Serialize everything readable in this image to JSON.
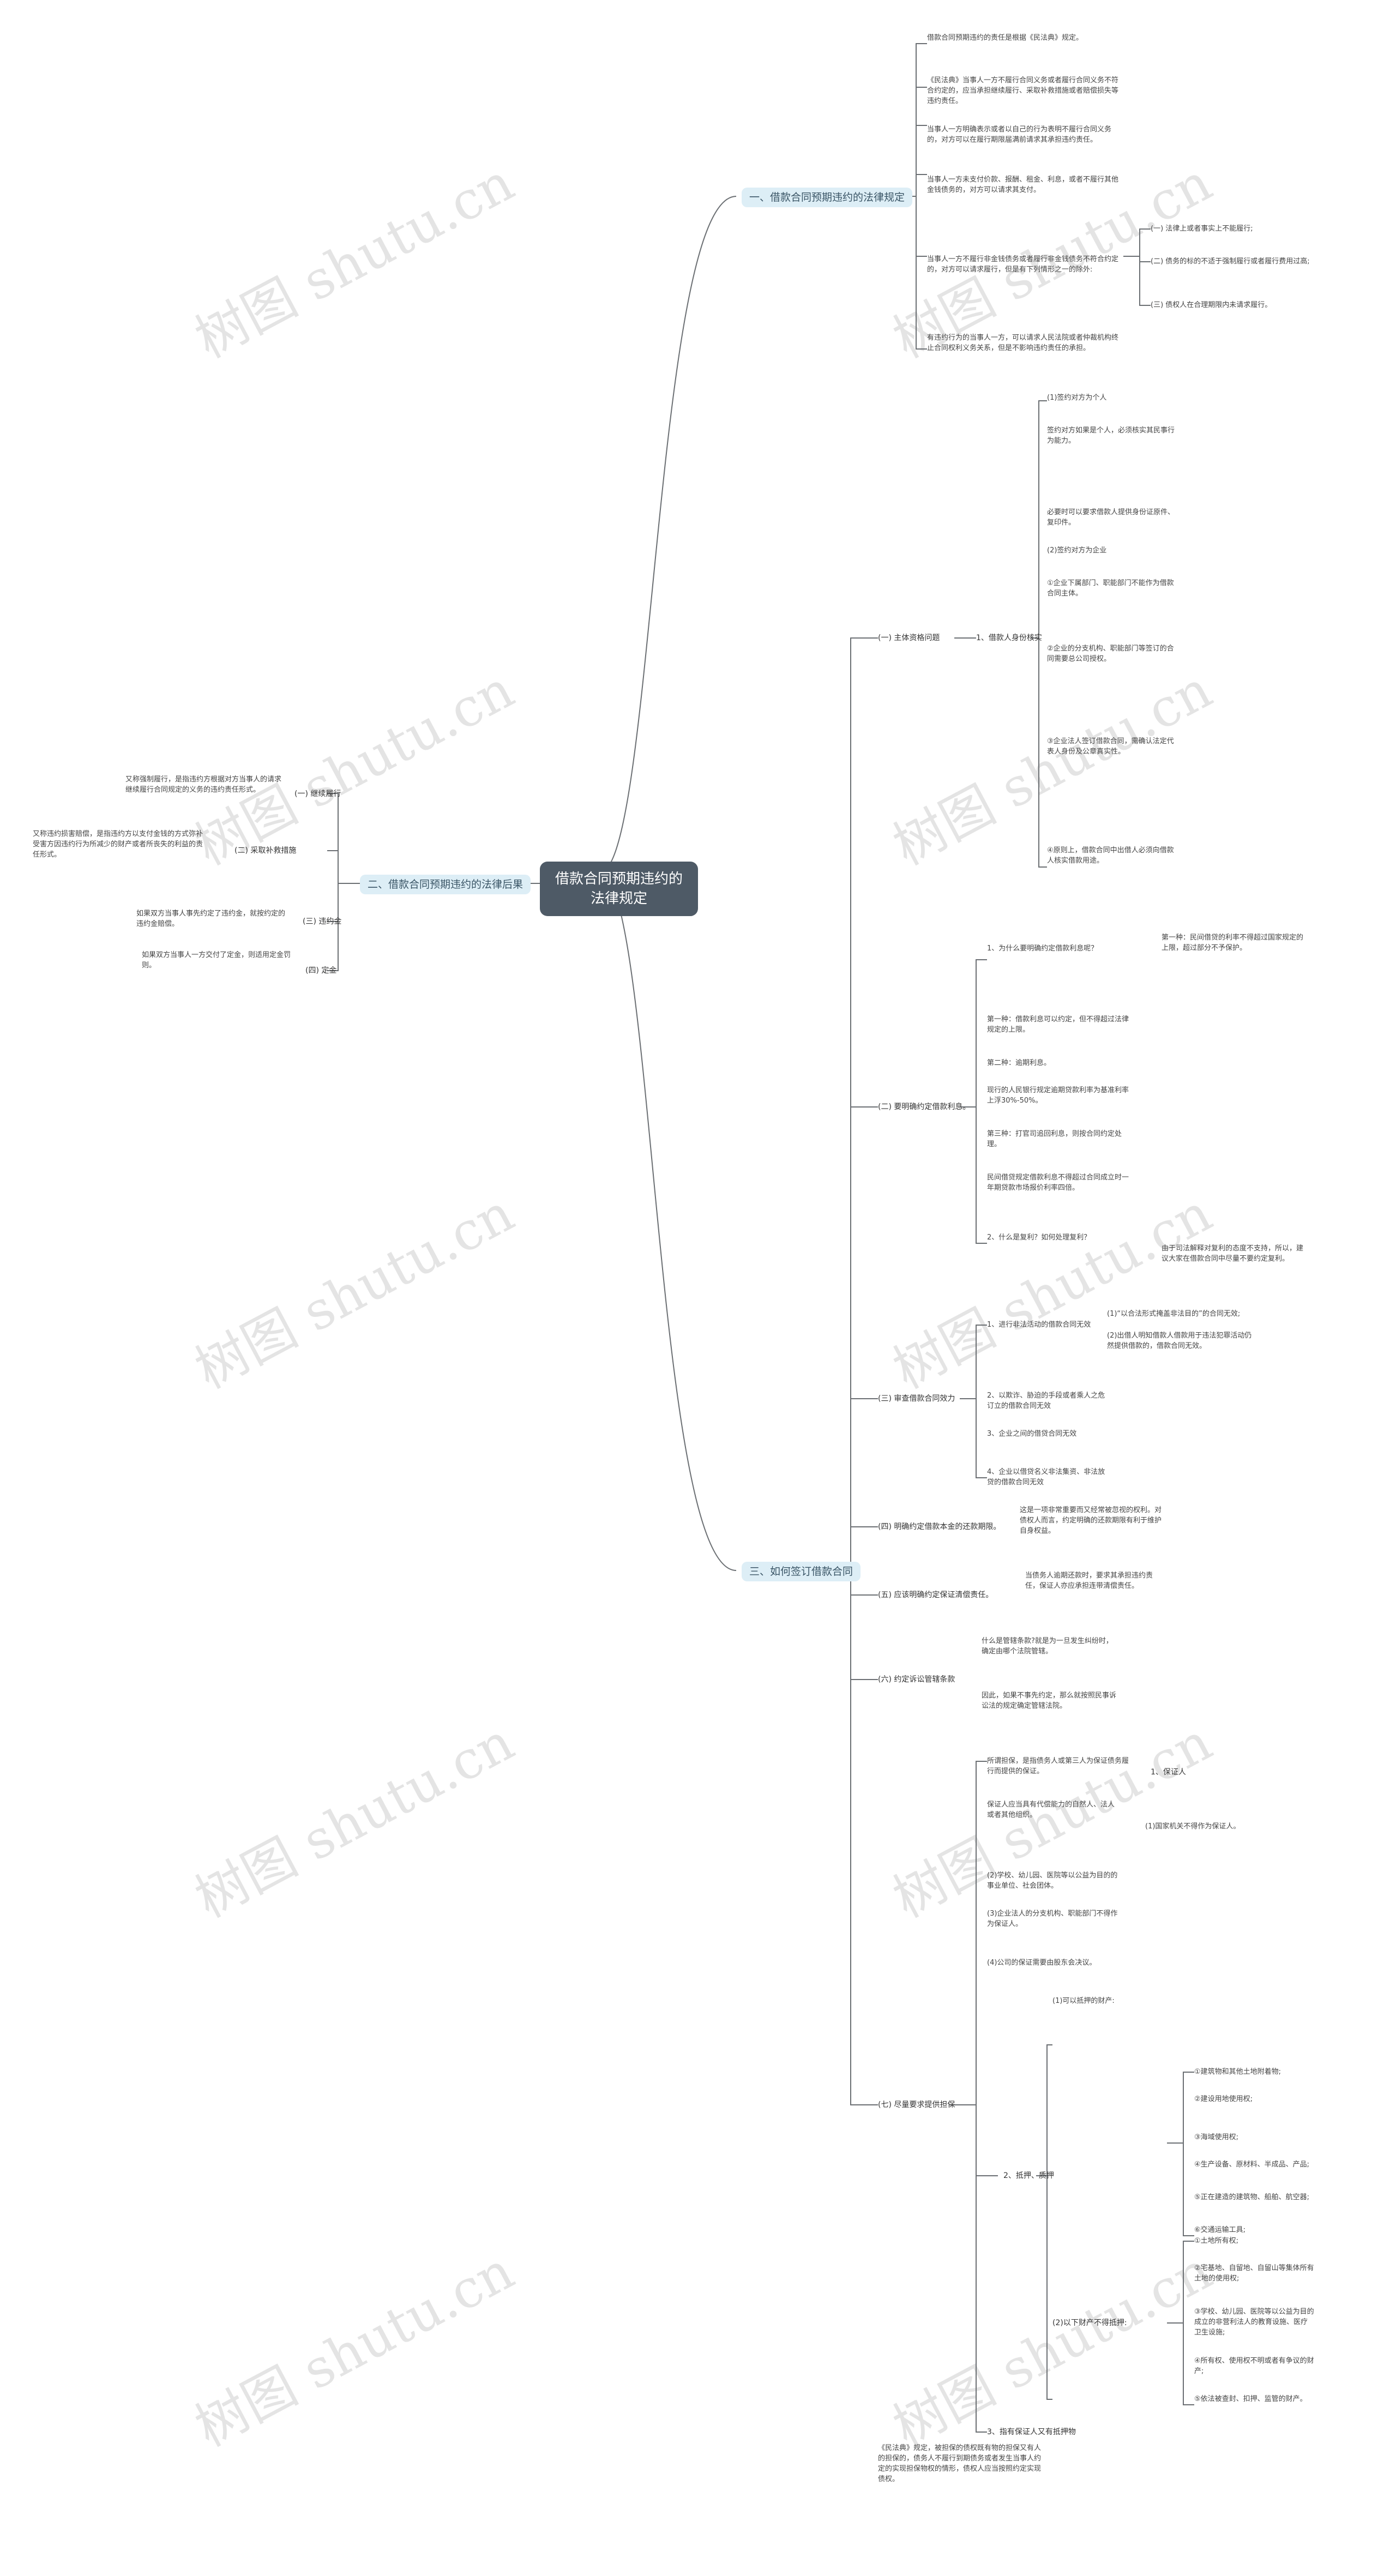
{
  "root": "借款合同预期违约的法律规定",
  "watermark": "树图 shutu.cn",
  "branches": {
    "b1": "一、借款合同预期违约的法律规定",
    "b2": "二、借款合同预期违约的法律后果",
    "b3": "三、如何签订借款合同"
  },
  "b1_items": [
    "借款合同预期违约的责任是根据《民法典》规定。",
    "《民法典》当事人一方不履行合同义务或者履行合同义务不符合约定的，应当承担继续履行、采取补救措施或者赔偿损失等违约责任。",
    "当事人一方明确表示或者以自己的行为表明不履行合同义务的，对方可以在履行期限届满前请求其承担违约责任。",
    "当事人一方未支付价款、报酬、租金、利息，或者不履行其他金钱债务的，对方可以请求其支付。",
    "当事人一方不履行非金钱债务或者履行非金钱债务不符合约定的，对方可以请求履行，但是有下列情形之一的除外:",
    "有违约行为的当事人一方，可以请求人民法院或者仲裁机构终止合同权利义务关系，但是不影响违约责任的承担。"
  ],
  "b1_sub": [
    "(一) 法律上或者事实上不能履行;",
    "(二) 债务的标的不适于强制履行或者履行费用过高;",
    "(三) 债权人在合理期限内未请求履行。"
  ],
  "b2_items": [
    {
      "label": "(一) 继续履行",
      "text": "又称强制履行，是指违约方根据对方当事人的请求继续履行合同规定的义务的违约责任形式。"
    },
    {
      "label": "(二) 采取补救措施",
      "text": "又称违约损害赔偿，是指违约方以支付金钱的方式弥补受害方因违约行为所减少的财产或者所丧失的利益的责任形式。"
    },
    {
      "label": "(三) 违约金",
      "text": "如果双方当事人事先约定了违约金，就按约定的违约金赔偿。"
    },
    {
      "label": "(四) 定金",
      "text": "如果双方当事人一方交付了定金，则适用定金罚则。"
    }
  ],
  "b3_sections": [
    {
      "label": "(一) 主体资格问题",
      "sub": "1、借款人身份核实"
    },
    {
      "label": "(二) 要明确约定借款利息。"
    },
    {
      "label": "(三) 审查借款合同效力"
    },
    {
      "label": "(四) 明确约定借款本金的还款期限。"
    },
    {
      "label": "(五) 应该明确约定保证清偿责任。"
    },
    {
      "label": "(六) 约定诉讼管辖条款"
    },
    {
      "label": "(七) 尽量要求提供担保"
    }
  ],
  "b3_s1_items": [
    "(1)签约对方为个人",
    "签约对方如果是个人，必须核实其民事行为能力。",
    "必要时可以要求借款人提供身份证原件、复印件。",
    "(2)签约对方为企业",
    "①企业下属部门、职能部门不能作为借款合同主体。",
    "②企业的分支机构、职能部门等签订的合同需要总公司授权。",
    "③企业法人签订借款合同，需确认法定代表人身份及公章真实性。",
    "④原则上，借款合同中出借人必须向借款人核实借款用途。"
  ],
  "b3_s2_items": [
    "1、为什么要明确约定借款利息呢？",
    "第一种：借款利息可以约定，但不得超过法律规定的上限。",
    "第二种：逾期利息。",
    "现行的人民银行规定逾期贷款利率为基准利率上浮30%-50%。",
    "第三种：打官司追回利息，则按合同约定处理。",
    "民间借贷规定借款利息不得超过合同成立时一年期贷款市场报价利率四倍。",
    "2、什么是复利？如何处理复利？"
  ],
  "b3_s2_right": [
    "第一种：民间借贷的利率不得超过国家规定的上限，超过部分不予保护。",
    "由于司法解释对复利的态度不支持，所以，建议大家在借款合同中尽量不要约定复利。"
  ],
  "b3_s3_items": [
    "1、进行非法活动的借款合同无效",
    "2、以欺诈、胁迫的手段或者乘人之危订立的借款合同无效",
    "3、企业之间的借贷合同无效",
    "4、企业以借贷名义非法集资、非法放贷的借款合同无效"
  ],
  "b3_s3_right": [
    "(1)“以合法形式掩盖非法目的”的合同无效;",
    "(2)出借人明知借款人借款用于违法犯罪活动仍然提供借款的，借款合同无效。"
  ],
  "b3_s4_text": "这是一项非常重要而又经常被忽视的权利。对债权人而言，约定明确的还款期限有利于维护自身权益。",
  "b3_s5_text": "当债务人逾期还款时，要求其承担违约责任，保证人亦应承担连带清偿责任。",
  "b3_s6_items": [
    "什么是管辖条款?就是为一旦发生纠纷时，确定由哪个法院管辖。",
    "因此，如果不事先约定，那么就按照民事诉讼法的规定确定管辖法院。"
  ],
  "b3_s7_items": [
    "所谓担保，是指债务人或第三人为保证债务履行而提供的保证。",
    "1、保证人",
    "保证人应当具有代偿能力的自然人、法人或者其他组织。",
    "(1)国家机关不得作为保证人。",
    "(2)学校、幼儿园、医院等以公益为目的的事业单位、社会团体。",
    "(3)企业法人的分支机构、职能部门不得作为保证人。",
    "(4)公司的保证需要由股东会决议。",
    "2、抵押、质押",
    "(1)可以抵押的财产:",
    "①建筑物和其他土地附着物;",
    "②建设用地使用权;",
    "③海域使用权;",
    "④生产设备、原材料、半成品、产品;",
    "⑤正在建造的建筑物、船舶、航空器;",
    "⑥交通运输工具;",
    "(2)以下财产不得抵押:",
    "①土地所有权;",
    "②宅基地、自留地、自留山等集体所有土地的使用权;",
    "③学校、幼儿园、医院等以公益为目的成立的非营利法人的教育设施、医疗卫生设施;",
    "④所有权、使用权不明或者有争议的财产;",
    "⑤依法被查封、扣押、监管的财产。",
    "3、指有保证人又有抵押物"
  ],
  "b3_footer": "《民法典》规定，被担保的债权既有物的担保又有人的担保的，债务人不履行到期债务或者发生当事人约定的实现担保物权的情形，债权人应当按照约定实现债权。"
}
